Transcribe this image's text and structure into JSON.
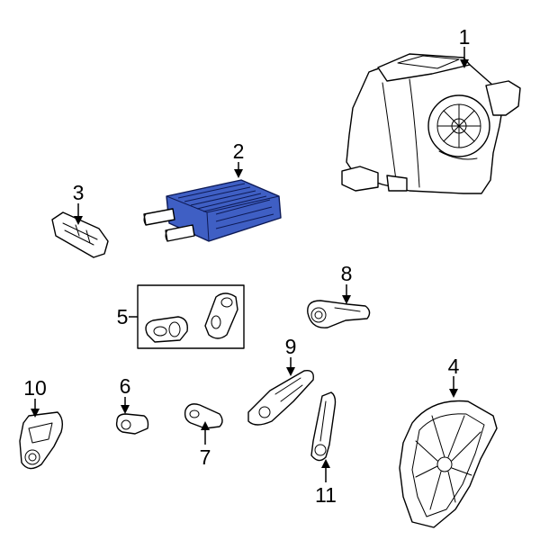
{
  "callouts": [
    "1",
    "2",
    "3",
    "4",
    "5",
    "6",
    "7",
    "8",
    "9",
    "10",
    "11"
  ],
  "highlight_color": "#3f5fc4",
  "highlighted_part": "2"
}
